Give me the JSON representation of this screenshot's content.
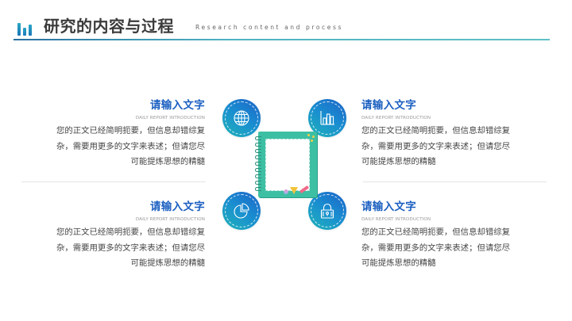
{
  "header": {
    "icon": "bar-chart-icon",
    "title": "研究的内容与过程",
    "subtitle": "Research content and process"
  },
  "colors": {
    "accent_blue": "#1b5fc1",
    "teal": "#3dbfa3",
    "circle_gradient_start": "#1fb3b8",
    "circle_gradient_end": "#1c63c8",
    "header_line": "#4db3c2"
  },
  "center_graphic": {
    "icon": "notebook-frame-icon"
  },
  "items": [
    {
      "position": "top-left",
      "icon": "globe-icon",
      "title": "请输入文字",
      "subtitle": "DAILY REPORT INTRODUCTION",
      "body_lines": [
        "您的正文已经简明扼要，但信息却错综复",
        "杂，需要用更多的文字来表述；但请您尽",
        "可能提炼思想的精髓"
      ]
    },
    {
      "position": "top-right",
      "icon": "bar-chart-icon",
      "title": "请输入文字",
      "subtitle": "DAILY REPORT INTRODUCTION",
      "body_lines": [
        "您的正文已经简明扼要，但信息却错综复",
        "杂，需要用更多的文字来表述；但请您尽",
        "可能提炼思想的精髓"
      ]
    },
    {
      "position": "bottom-left",
      "icon": "pie-chart-icon",
      "title": "请输入文字",
      "subtitle": "DAILY REPORT INTRODUCTION",
      "body_lines": [
        "您的正文已经简明扼要，但信息却错综复",
        "杂，需要用更多的文字来表述；但请您尽",
        "可能提炼思想的精髓"
      ]
    },
    {
      "position": "bottom-right",
      "icon": "lock-icon",
      "title": "请输入文字",
      "subtitle": "DAILY REPORT INTRODUCTION",
      "body_lines": [
        "您的正文已经简明扼要，但信息却错综复",
        "杂，需要用更多的文字来表述；但请您尽",
        "可能提炼思想的精髓"
      ]
    }
  ]
}
